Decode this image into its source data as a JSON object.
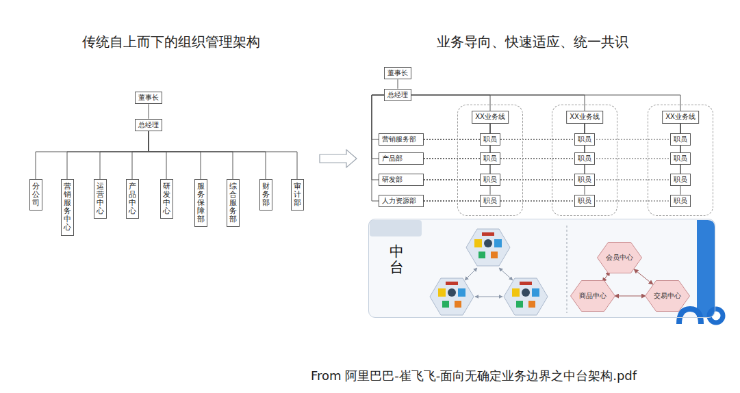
{
  "diagram": {
    "title": "传统自上而下的组织管理架构",
    "caption": "From 阿里巴巴-崔飞飞-面向无确定业务边界之中台架构.pdf",
    "nodes": [
      {
        "text": [
          "董事长"
        ]
      },
      {
        "text": [
          "总经理"
        ]
      },
      {
        "text": [
          "分公司"
        ]
      },
      {
        "text": [
          "营销服务中心"
        ]
      },
      {
        "text": [
          "运营中心"
        ]
      },
      {
        "text": [
          "产品中心"
        ]
      },
      {
        "text": [
          "研发中心"
        ]
      },
      {
        "text": [
          "服务保障部"
        ]
      },
      {
        "text": [
          "综合服务部"
        ]
      },
      {
        "text": [
          "财务部"
        ]
      },
      {
        "text": [
          "审计部"
        ]
      },
      {
        "text": [
          "董事长"
        ]
      },
      {
        "text": [
          "总经理"
        ]
      },
      {
        "text": [
          "XX业务线"
        ]
      },
      {
        "text": [
          "XX业务线"
        ]
      },
      {
        "text": [
          "XX业务线"
        ]
      },
      {
        "text": [
          "营销服务部"
        ]
      },
      {
        "text": [
          "产品部"
        ]
      },
      {
        "text": [
          "研发部"
        ]
      },
      {
        "text": [
          "人力资源部"
        ]
      },
      {
        "text": [
          "职员"
        ],
        "in": 13
      },
      {
        "text": [
          "职员"
        ],
        "in": 13
      },
      {
        "text": [
          "职员"
        ],
        "in": 13
      },
      {
        "text": [
          "职员"
        ],
        "in": 13
      },
      {
        "text": [
          "职员"
        ],
        "in": 14
      },
      {
        "text": [
          "职员"
        ],
        "in": 14
      },
      {
        "text": [
          "职员"
        ],
        "in": 14
      },
      {
        "text": [
          "职员"
        ],
        "in": 14
      },
      {
        "text": [
          "职员"
        ],
        "in": 15
      },
      {
        "text": [
          "职员"
        ],
        "in": 15
      },
      {
        "text": [
          "职员"
        ],
        "in": 15
      },
      {
        "text": [
          "职员"
        ],
        "in": 15
      },
      {
        "text": [
          "中台"
        ]
      },
      {
        "text": [
          "会员中心"
        ],
        "in": 32
      },
      {
        "text": [
          "商品中心"
        ],
        "in": 32
      },
      {
        "text": [
          "交易中心"
        ],
        "in": 32
      }
    ],
    "edges": [
      {
        "from": 0,
        "to": 1,
        "arrow": "none"
      },
      {
        "from": 1,
        "to": 2,
        "arrow": "none"
      },
      {
        "from": 1,
        "to": 3,
        "arrow": "none"
      },
      {
        "from": 1,
        "to": 4,
        "arrow": "none"
      },
      {
        "from": 1,
        "to": 5,
        "arrow": "none"
      },
      {
        "from": 1,
        "to": 6,
        "arrow": "none"
      },
      {
        "from": 1,
        "to": 7,
        "arrow": "none"
      },
      {
        "from": 1,
        "to": 8,
        "arrow": "none"
      },
      {
        "from": 1,
        "to": 9,
        "arrow": "none"
      },
      {
        "from": 1,
        "to": 10,
        "arrow": "none"
      },
      {
        "from": 11,
        "to": 12,
        "arrow": "none"
      },
      {
        "from": 12,
        "to": 13,
        "arrow": "none"
      },
      {
        "from": 12,
        "to": 14,
        "arrow": "none"
      },
      {
        "from": 12,
        "to": 15,
        "arrow": "none"
      },
      {
        "from": 12,
        "to": 16,
        "arrow": "none"
      },
      {
        "from": 12,
        "to": 17,
        "arrow": "none"
      },
      {
        "from": 12,
        "to": 18,
        "arrow": "none"
      },
      {
        "from": 12,
        "to": 19,
        "arrow": "none"
      },
      {
        "from": 16,
        "to": 20,
        "arrow": "none"
      },
      {
        "from": 16,
        "to": 24,
        "arrow": "none"
      },
      {
        "from": 16,
        "to": 28,
        "arrow": "none"
      },
      {
        "from": 17,
        "to": 21,
        "arrow": "none"
      },
      {
        "from": 17,
        "to": 25,
        "arrow": "none"
      },
      {
        "from": 17,
        "to": 29,
        "arrow": "none"
      },
      {
        "from": 18,
        "to": 22,
        "arrow": "none"
      },
      {
        "from": 18,
        "to": 26,
        "arrow": "none"
      },
      {
        "from": 18,
        "to": 30,
        "arrow": "none"
      },
      {
        "from": 19,
        "to": 23,
        "arrow": "none"
      },
      {
        "from": 19,
        "to": 27,
        "arrow": "none"
      },
      {
        "from": 19,
        "to": 31,
        "arrow": "none"
      },
      {
        "from": 13,
        "to": 20,
        "arrow": "none"
      },
      {
        "from": 13,
        "to": 21,
        "arrow": "none"
      },
      {
        "from": 13,
        "to": 22,
        "arrow": "none"
      },
      {
        "from": 13,
        "to": 23,
        "arrow": "none"
      },
      {
        "from": 14,
        "to": 24,
        "arrow": "none"
      },
      {
        "from": 14,
        "to": 25,
        "arrow": "none"
      },
      {
        "from": 14,
        "to": 26,
        "arrow": "none"
      },
      {
        "from": 14,
        "to": 27,
        "arrow": "none"
      },
      {
        "from": 15,
        "to": 28,
        "arrow": "none"
      },
      {
        "from": 15,
        "to": 29,
        "arrow": "none"
      },
      {
        "from": 15,
        "to": 30,
        "arrow": "none"
      },
      {
        "from": 15,
        "to": 31,
        "arrow": "none"
      },
      {
        "from": 33,
        "to": 35,
        "arrow": "both"
      },
      {
        "from": 33,
        "to": 34,
        "arrow": "both"
      },
      {
        "from": 34,
        "to": 35,
        "arrow": "both"
      }
    ],
    "labels": [
      "业务导向、快速适应、统一共识"
    ]
  }
}
